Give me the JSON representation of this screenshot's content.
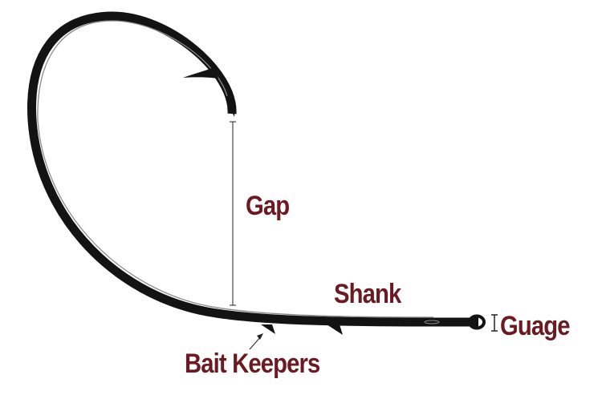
{
  "colors": {
    "label": "#6b1a22",
    "hook": "#131313",
    "highlight": "#8c8c8c",
    "measure": "#222222"
  },
  "labels": {
    "gap": "Gap",
    "shank": "Shank",
    "gauge": "Guage",
    "bait_keepers": "Bait Keepers"
  }
}
